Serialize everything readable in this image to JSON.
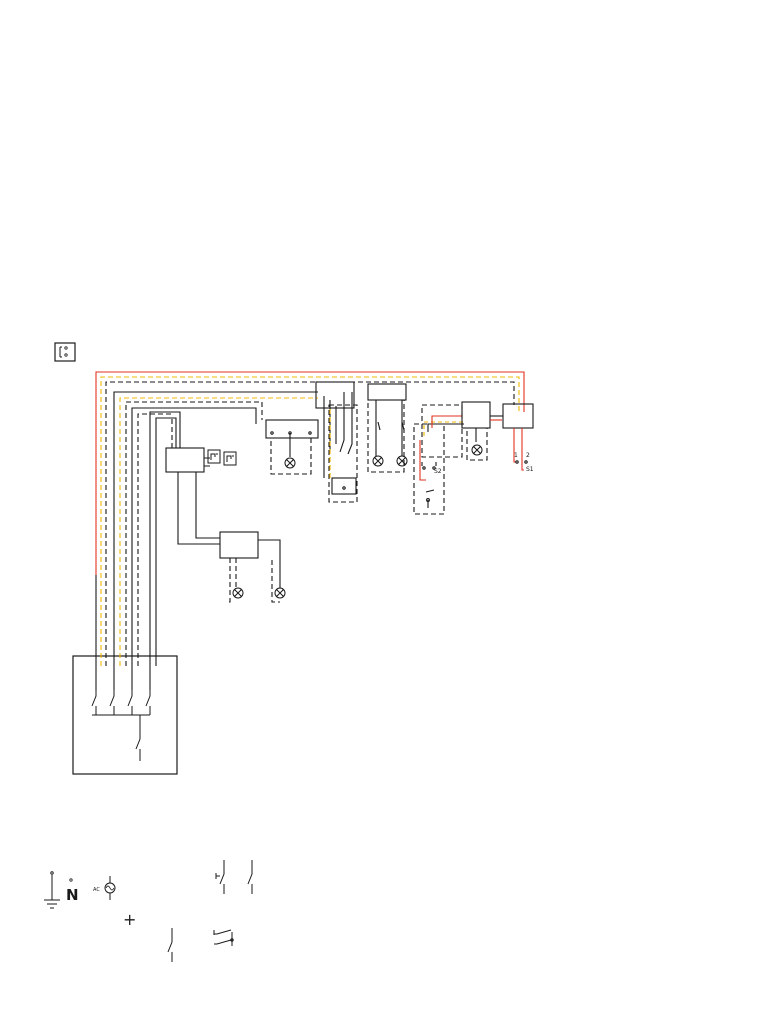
{
  "diagram": {
    "type": "electrical-wiring-diagram",
    "colors": {
      "wire_black": "#1a1a1a",
      "wire_phase": "#e0311f",
      "wire_earth": "#f2b705",
      "enclosure_dash": "#1a1a1a",
      "background": "#ffffff"
    },
    "labels": {
      "switch_s1": "S1",
      "switch_s2": "S2",
      "terminal_1": "1",
      "terminal_2": "2",
      "neutral_symbol": "N",
      "ac_source": "AC",
      "plus_symbol": "+"
    },
    "icons": [
      "lighting-plan-icon",
      "junction-box-icon",
      "lamp-icon",
      "socket-outlet-icon",
      "switch-icon",
      "circuit-breaker-icon",
      "earth-ground-icon",
      "ac-source-icon",
      "push-button-icon",
      "two-way-switch-icon"
    ]
  }
}
